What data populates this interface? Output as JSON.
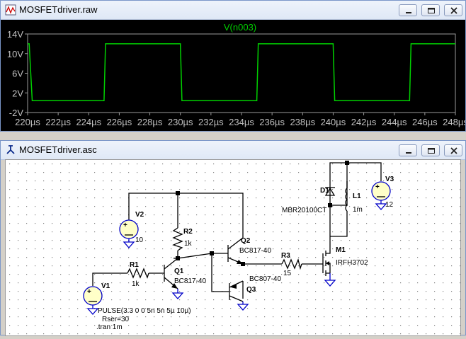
{
  "plot_window": {
    "title": "MOSFETdriver.raw",
    "trace_name": "V(n003)",
    "trace_color": "#00d000",
    "y_ticks": [
      "14V",
      "10V",
      "6V",
      "2V",
      "-2V"
    ],
    "x_ticks": [
      "220µs",
      "222µs",
      "224µs",
      "226µs",
      "228µs",
      "230µs",
      "232µs",
      "234µs",
      "236µs",
      "238µs",
      "240µs",
      "242µs",
      "244µs",
      "246µs",
      "248µs"
    ]
  },
  "chart_data": {
    "type": "line",
    "title": "V(n003)",
    "xlim": [
      220,
      248
    ],
    "ylim": [
      -2,
      14
    ],
    "x_unit": "µs",
    "y_unit": "V",
    "series": [
      {
        "name": "V(n003)",
        "x": [
          220,
          220.1,
          220.3,
          225,
          225.1,
          230,
          230.1,
          235,
          235.1,
          240,
          240.1,
          245,
          245.1,
          248
        ],
        "y": [
          12,
          12,
          0.4,
          0.4,
          12,
          12,
          0.4,
          0.4,
          12,
          12,
          0.4,
          0.4,
          12,
          12
        ]
      }
    ]
  },
  "schematic_window": {
    "title": "MOSFETdriver.asc",
    "labels": {
      "v1": "V1",
      "v1_value": "PULSE(3.3 0 0 5n 5n 5µ 10µ)",
      "v1_rser": "Rser=30",
      "tran": ".tran 1m",
      "v2": "V2",
      "v2_value": "10",
      "v3": "V3",
      "v3_value": "12",
      "r1": "R1",
      "r1_value": "1k",
      "r2": "R2",
      "r2_value": "1k",
      "r3": "R3",
      "r3_value": "15",
      "q1": "Q1",
      "q1_model": "BC817-40",
      "q2": "Q2",
      "q2_model": "BC817-40",
      "q3": "Q3",
      "q3_model": "BC807-40",
      "m1": "M1",
      "m1_model": "IRFH3702",
      "d1": "D1",
      "d1_model": "MBR20100CT",
      "l1": "L1",
      "l1_value": "1m"
    }
  }
}
